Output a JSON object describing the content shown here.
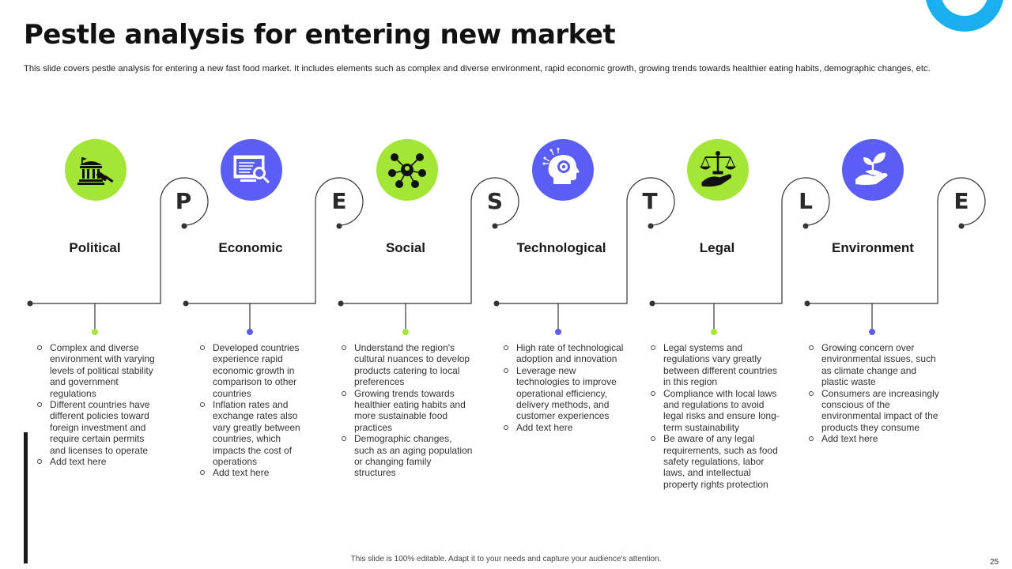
{
  "title": "Pestle analysis for entering new market",
  "subtitle": "This slide covers pestle analysis for entering a new fast food market. It includes elements such as complex and diverse environment, rapid economic growth, growing trends towards healthier eating habits, demographic changes, etc.",
  "colors": {
    "green": "#a3e635",
    "blue": "#5b5ef4",
    "accent": "#1ab0f0"
  },
  "columns": [
    {
      "label": "Political",
      "letter": "P",
      "icon": "courthouse-gavel-icon",
      "color": "green",
      "bullets": [
        "Complex and diverse environment with varying levels of political stability and government regulations",
        "Different countries have different policies toward foreign investment and require certain permits and licenses to operate",
        "Add text here"
      ]
    },
    {
      "label": "Economic",
      "letter": "E",
      "icon": "presentation-chart-icon",
      "color": "blue",
      "bullets": [
        "Developed countries experience rapid economic growth in comparison to other countries",
        "Inflation rates and exchange rates also vary greatly between countries, which impacts the cost of operations",
        "Add text here"
      ]
    },
    {
      "label": "Social",
      "letter": "S",
      "icon": "people-network-icon",
      "color": "green",
      "bullets": [
        "Understand the region's cultural nuances to develop products catering to local preferences",
        "Growing trends towards healthier eating habits and more sustainable food practices",
        "Demographic changes, such as an aging population or changing family structures"
      ]
    },
    {
      "label": "Technological",
      "letter": "T",
      "icon": "head-gear-icon",
      "color": "blue",
      "bullets": [
        "High rate of technological adoption and innovation",
        "Leverage new technologies to improve operational efficiency, delivery methods, and customer experiences",
        "Add text here"
      ]
    },
    {
      "label": "Legal",
      "letter": "L",
      "icon": "scales-hand-icon",
      "color": "green",
      "bullets": [
        "Legal systems and regulations vary greatly between different countries in this region",
        "Compliance with local laws and regulations to avoid legal risks and ensure long-term sustainability",
        "Be aware of any legal requirements, such as food safety regulations, labor laws, and intellectual property rights protection"
      ]
    },
    {
      "label": "Environment",
      "letter": "E",
      "icon": "plant-hand-icon",
      "color": "blue",
      "bullets": [
        "Growing concern over environmental issues, such as climate change and plastic waste",
        "Consumers are increasingly conscious of the environmental impact of the products they consume",
        "Add text here"
      ]
    }
  ],
  "footer": "This slide is 100% editable. Adapt it to your needs and capture your audience's attention.",
  "page_number": "25"
}
